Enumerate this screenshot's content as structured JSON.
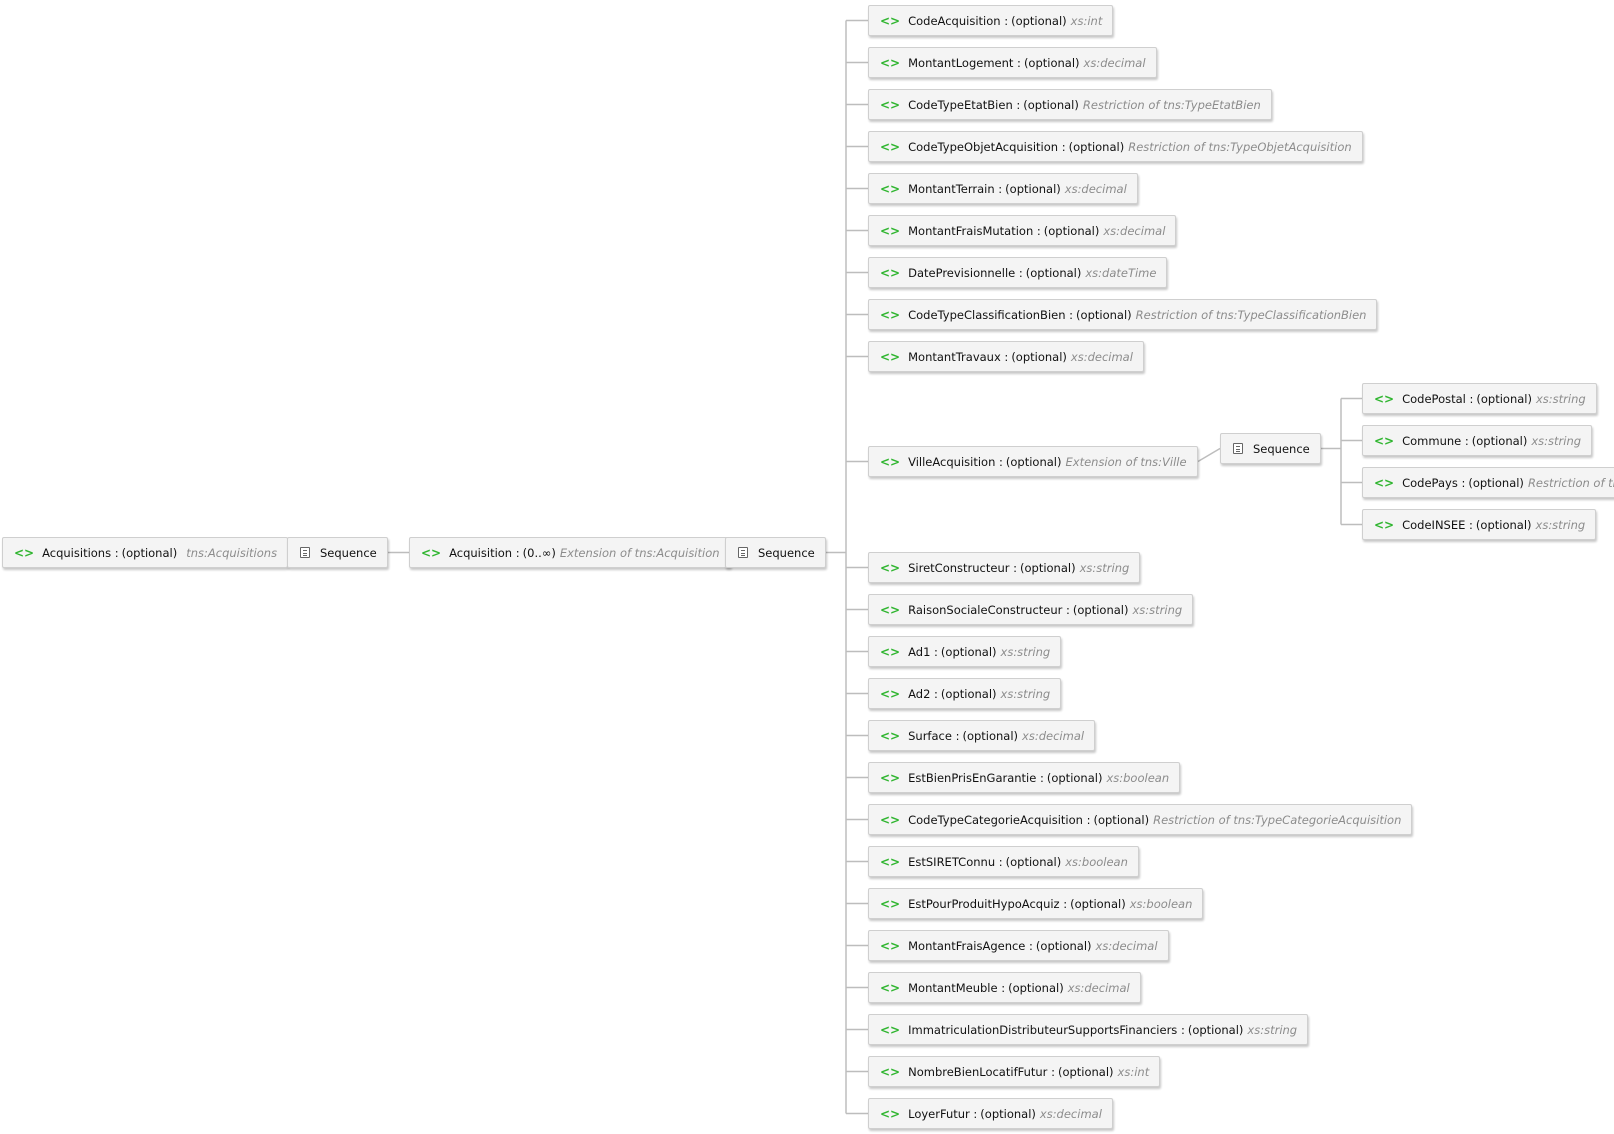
{
  "root": {
    "icon": "element-icon",
    "name": "Acquisitions",
    "occurrence": "(optional)",
    "type": "tns:Acquisitions"
  },
  "sequence_label": "Sequence",
  "acquisition": {
    "icon": "element-icon",
    "name": "Acquisition",
    "occurrence": "(0..∞)",
    "type": "Extension of tns:Acquisition"
  },
  "children": [
    {
      "name": "CodeAcquisition",
      "occurrence": "(optional)",
      "type": "xs:int"
    },
    {
      "name": "MontantLogement",
      "occurrence": "(optional)",
      "type": "xs:decimal"
    },
    {
      "name": "CodeTypeEtatBien",
      "occurrence": "(optional)",
      "type": "Restriction of tns:TypeEtatBien"
    },
    {
      "name": "CodeTypeObjetAcquisition",
      "occurrence": "(optional)",
      "type": "Restriction of tns:TypeObjetAcquisition"
    },
    {
      "name": "MontantTerrain",
      "occurrence": "(optional)",
      "type": "xs:decimal"
    },
    {
      "name": "MontantFraisMutation",
      "occurrence": "(optional)",
      "type": "xs:decimal"
    },
    {
      "name": "DatePrevisionnelle",
      "occurrence": "(optional)",
      "type": "xs:dateTime"
    },
    {
      "name": "CodeTypeClassificationBien",
      "occurrence": "(optional)",
      "type": "Restriction of tns:TypeClassificationBien"
    },
    {
      "name": "MontantTravaux",
      "occurrence": "(optional)",
      "type": "xs:decimal"
    },
    {
      "name": "VilleAcquisition",
      "occurrence": "(optional)",
      "type": "Extension of tns:Ville"
    },
    {
      "name": "SiretConstructeur",
      "occurrence": "(optional)",
      "type": "xs:string"
    },
    {
      "name": "RaisonSocialeConstructeur",
      "occurrence": "(optional)",
      "type": "xs:string"
    },
    {
      "name": "Ad1",
      "occurrence": "(optional)",
      "type": "xs:string"
    },
    {
      "name": "Ad2",
      "occurrence": "(optional)",
      "type": "xs:string"
    },
    {
      "name": "Surface",
      "occurrence": "(optional)",
      "type": "xs:decimal"
    },
    {
      "name": "EstBienPrisEnGarantie",
      "occurrence": "(optional)",
      "type": "xs:boolean"
    },
    {
      "name": "CodeTypeCategorieAcquisition",
      "occurrence": "(optional)",
      "type": "Restriction of tns:TypeCategorieAcquisition"
    },
    {
      "name": "EstSIRETConnu",
      "occurrence": "(optional)",
      "type": "xs:boolean"
    },
    {
      "name": "EstPourProduitHypoAcquiz",
      "occurrence": "(optional)",
      "type": "xs:boolean"
    },
    {
      "name": "MontantFraisAgence",
      "occurrence": "(optional)",
      "type": "xs:decimal"
    },
    {
      "name": "MontantMeuble",
      "occurrence": "(optional)",
      "type": "xs:decimal"
    },
    {
      "name": "ImmatriculationDistributeurSupportsFinanciers",
      "occurrence": "(optional)",
      "type": "xs:string"
    },
    {
      "name": "NombreBienLocatifFutur",
      "occurrence": "(optional)",
      "type": "xs:int"
    },
    {
      "name": "LoyerFutur",
      "occurrence": "(optional)",
      "type": "xs:decimal"
    }
  ],
  "ville_children": [
    {
      "name": "CodePostal",
      "occurrence": "(optional)",
      "type": "xs:string"
    },
    {
      "name": "Commune",
      "occurrence": "(optional)",
      "type": "xs:string"
    },
    {
      "name": "CodePays",
      "occurrence": "(optional)",
      "type": "Restriction of tns:Pays"
    },
    {
      "name": "CodeINSEE",
      "occurrence": "(optional)",
      "type": "xs:string"
    }
  ],
  "colors": {
    "element_icon": "#2fb52f",
    "type_text": "#8c8c8c",
    "connector": "#bdbdbd",
    "node_bg": "#f4f4f4"
  }
}
